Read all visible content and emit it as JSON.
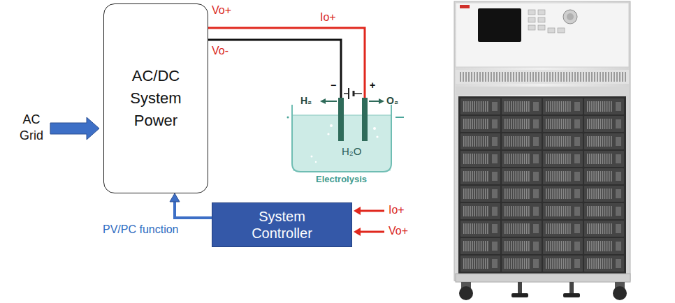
{
  "diagram": {
    "nodes": [
      {
        "text": [
          "AC/DC System Power"
        ]
      },
      {
        "text": [
          "System Controller"
        ]
      }
    ],
    "edges": [
      {
        "from": 1,
        "to": 0,
        "arrow": "to",
        "label": "PV/PC function"
      }
    ],
    "labels": [
      "AC Grid",
      "Vo+",
      "Vo-",
      "Io+",
      "H₂",
      "−",
      "+",
      "O₂",
      "H₂O",
      "Electrolysis",
      "Io+",
      "Vo+"
    ]
  }
}
